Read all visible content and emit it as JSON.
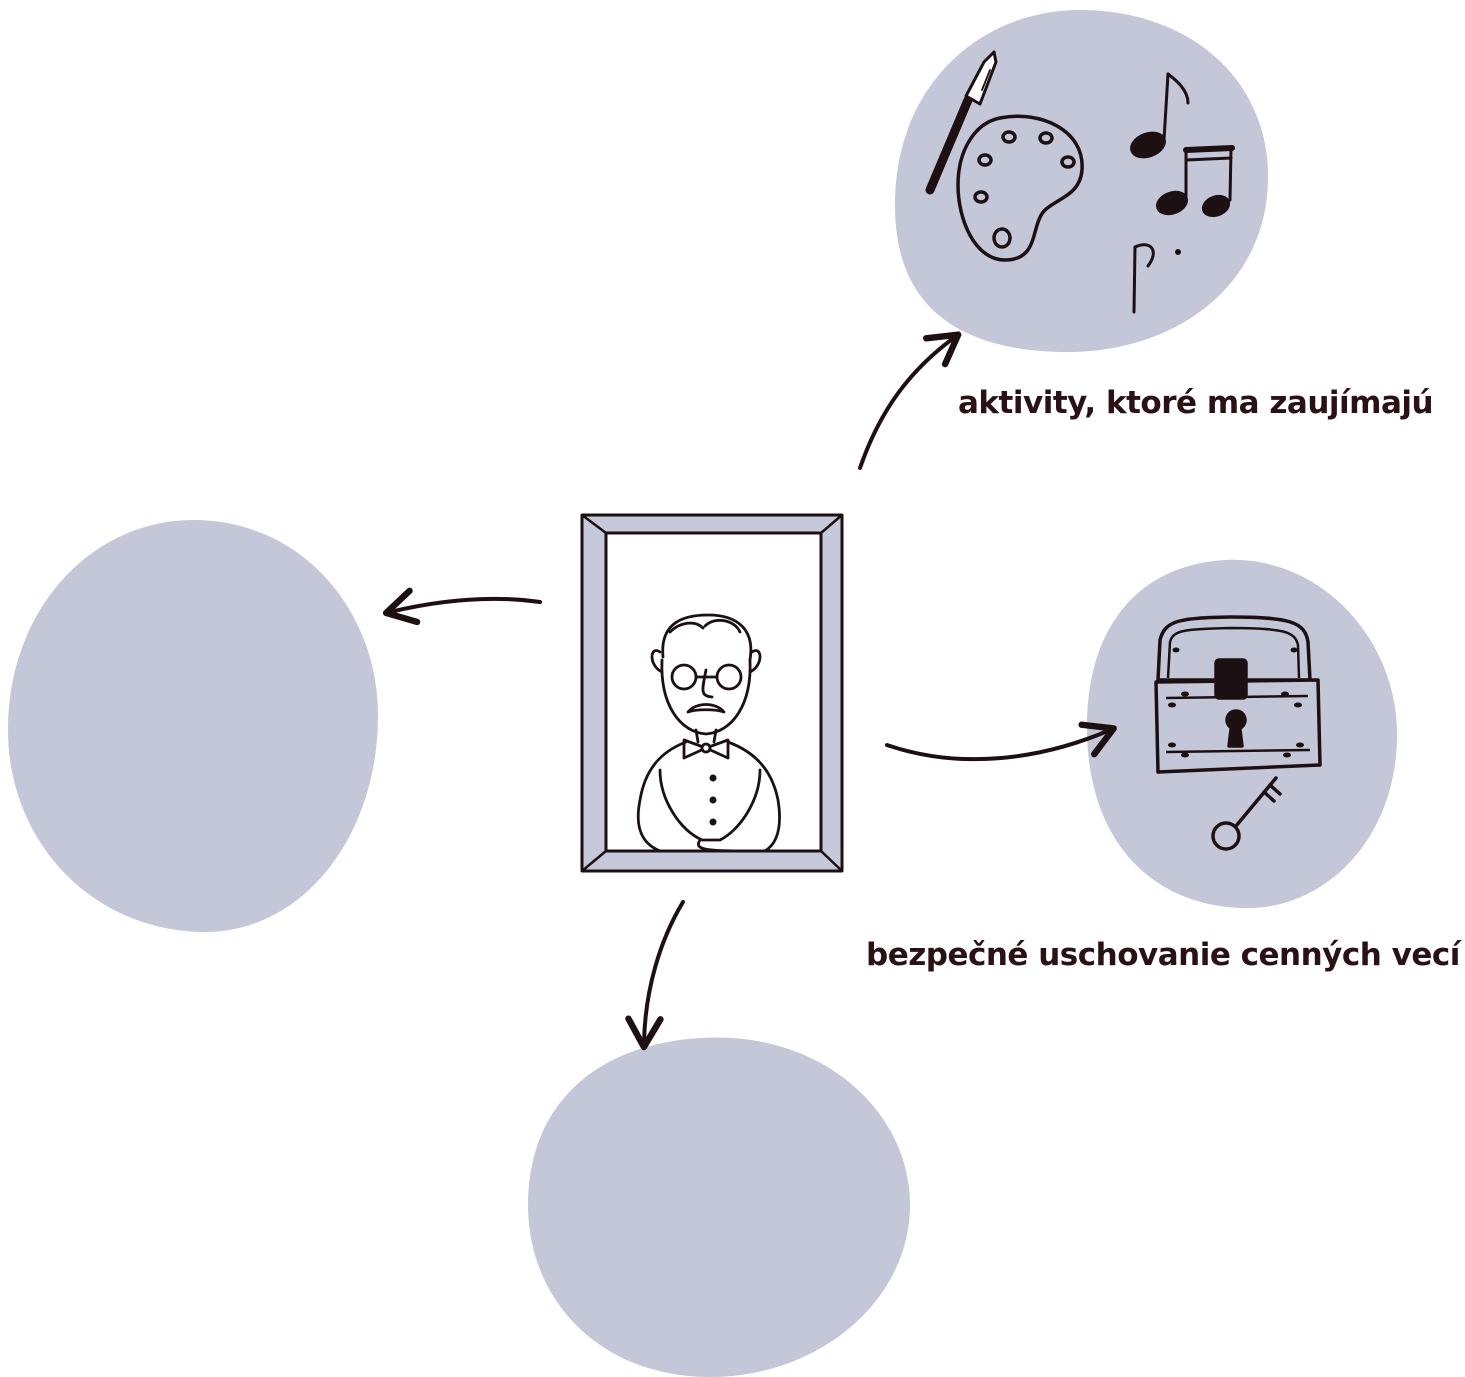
{
  "colors": {
    "blob": "#c4c7d8",
    "frame_fill": "#c6c9da",
    "ink": "#1d1012",
    "text": "#2a1114",
    "background": "#ffffff"
  },
  "center": {
    "icon": "framed-portrait-grandfather-icon"
  },
  "branches": [
    {
      "id": "activities",
      "label": "aktivity, ktoré ma zaujímajú",
      "icons": [
        "paintbrush-icon",
        "palette-icon",
        "music-notes-icon"
      ]
    },
    {
      "id": "safekeeping",
      "label": "bezpečné uschovanie cenných vecí",
      "icons": [
        "treasure-chest-icon",
        "key-icon"
      ]
    },
    {
      "id": "left",
      "label": "",
      "icons": []
    },
    {
      "id": "bottom",
      "label": "",
      "icons": []
    }
  ]
}
